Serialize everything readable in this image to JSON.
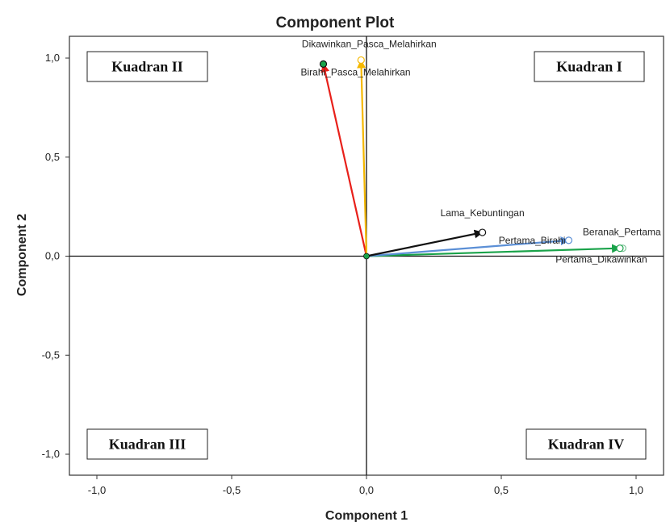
{
  "chart_data": {
    "type": "scatter",
    "title": "Component Plot",
    "xlabel": "Component 1",
    "ylabel": "Component 2",
    "xlim": [
      -1.0,
      1.0
    ],
    "ylim": [
      -1.0,
      1.0
    ],
    "xticks": [
      -1.0,
      -0.5,
      0.0,
      0.5,
      1.0
    ],
    "yticks": [
      -1.0,
      -0.5,
      0.0,
      0.5,
      1.0
    ],
    "xtick_labels": [
      "-1,0",
      "-0,5",
      "0,0",
      "0,5",
      "1,0"
    ],
    "ytick_labels": [
      "-1,0",
      "-0,5",
      "0,0",
      "0,5",
      "1,0"
    ],
    "grid": false,
    "points": [
      {
        "label": "Dikawinkan_Pasca_Melahirkan",
        "x": -0.02,
        "y": 0.99,
        "color": "#f5b800"
      },
      {
        "label": "Birahi_Pasca_Melahirkan",
        "x": -0.16,
        "y": 0.97,
        "color": "#e8201a"
      },
      {
        "label": "Lama_Kebuntingan",
        "x": 0.43,
        "y": 0.12,
        "color": "#111111"
      },
      {
        "label": "Pertama_Birahi",
        "x": 0.75,
        "y": 0.08,
        "color": "#5b8fd6"
      },
      {
        "label": "Beranak_Pertama",
        "x": 0.95,
        "y": 0.04,
        "color": "#7fc39a"
      },
      {
        "label": "Pertama_Dikawinkan",
        "x": 0.94,
        "y": 0.04,
        "color": "#1aa34a"
      }
    ],
    "quadrant_labels": [
      "Kuadran I",
      "Kuadran II",
      "Kuadran III",
      "Kuadran IV"
    ]
  }
}
